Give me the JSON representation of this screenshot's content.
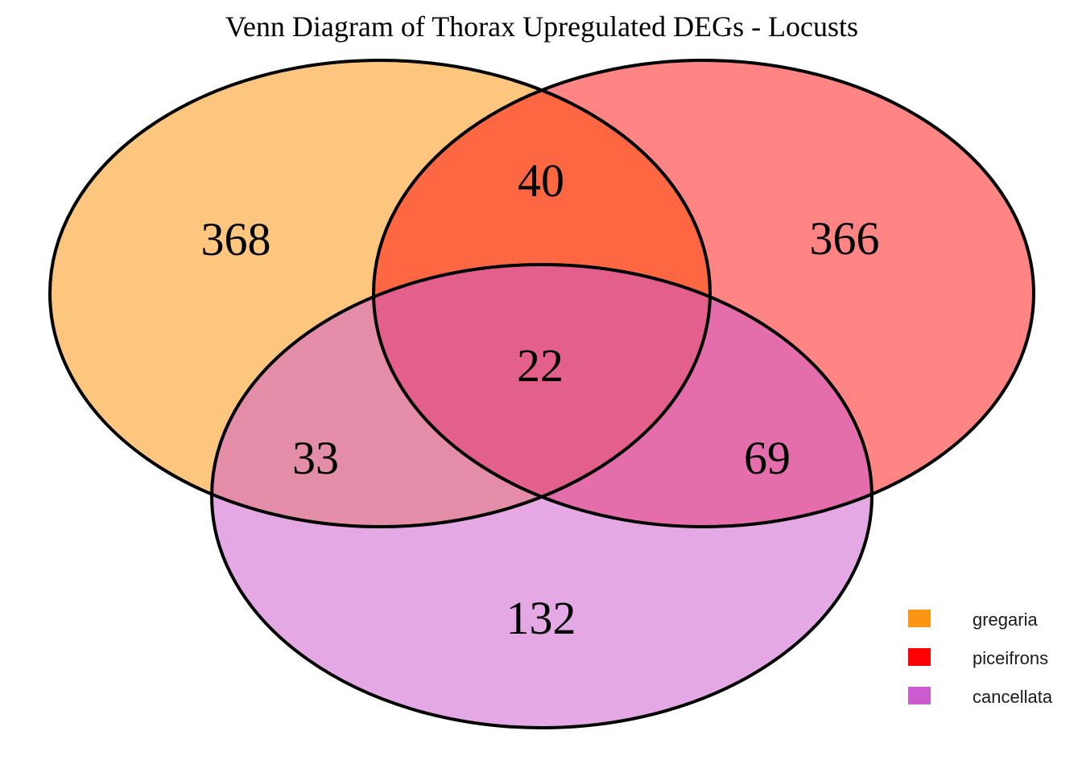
{
  "title": "Venn Diagram of Thorax Upregulated DEGs - Locusts",
  "outline_color": "#000000",
  "background_color": "#ffffff",
  "chart_data": {
    "type": "venn",
    "title": "Venn Diagram of Thorax Upregulated DEGs - Locusts",
    "legend_position": "bottom-right",
    "sets": [
      {
        "name": "gregaria",
        "color": "#FA9613",
        "fill_opacity": 0.54
      },
      {
        "name": "piceifrons",
        "color": "#FF0000",
        "fill_opacity": 0.48
      },
      {
        "name": "cancellata",
        "color": "#CC5BCD",
        "fill_opacity": 0.53
      }
    ],
    "regions": [
      {
        "sets": [
          "gregaria"
        ],
        "value": 368
      },
      {
        "sets": [
          "piceifrons"
        ],
        "value": 366
      },
      {
        "sets": [
          "cancellata"
        ],
        "value": 132
      },
      {
        "sets": [
          "gregaria",
          "piceifrons"
        ],
        "value": 40
      },
      {
        "sets": [
          "gregaria",
          "cancellata"
        ],
        "value": 33
      },
      {
        "sets": [
          "piceifrons",
          "cancellata"
        ],
        "value": 69
      },
      {
        "sets": [
          "gregaria",
          "piceifrons",
          "cancellata"
        ],
        "value": 22
      }
    ]
  },
  "legend": {
    "items": [
      {
        "label": "gregaria",
        "color": "#FA9613"
      },
      {
        "label": "piceifrons",
        "color": "#FF0000"
      },
      {
        "label": "cancellata",
        "color": "#CC5BCD"
      }
    ]
  }
}
